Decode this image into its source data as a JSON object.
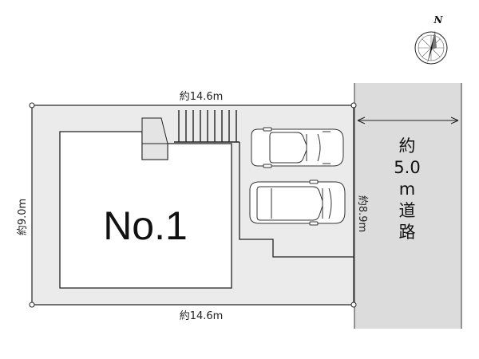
{
  "compass": {
    "label": "N",
    "icon": "north-arrow-icon"
  },
  "dimensions": {
    "top_width": "約14.6m",
    "bottom_width": "約14.6m",
    "left_depth": "約9.0m",
    "right_depth": "約8.9m"
  },
  "lot": {
    "label": "No.1"
  },
  "road": {
    "line1": "約",
    "line2": "5.0",
    "line3": "m",
    "line4": "道",
    "line5": "路"
  },
  "parking": {
    "cars": 2
  },
  "colors": {
    "lot_fill": "#ebebeb",
    "road_fill": "#dcdcdc",
    "line": "#222222",
    "building_fill": "#ffffff"
  }
}
